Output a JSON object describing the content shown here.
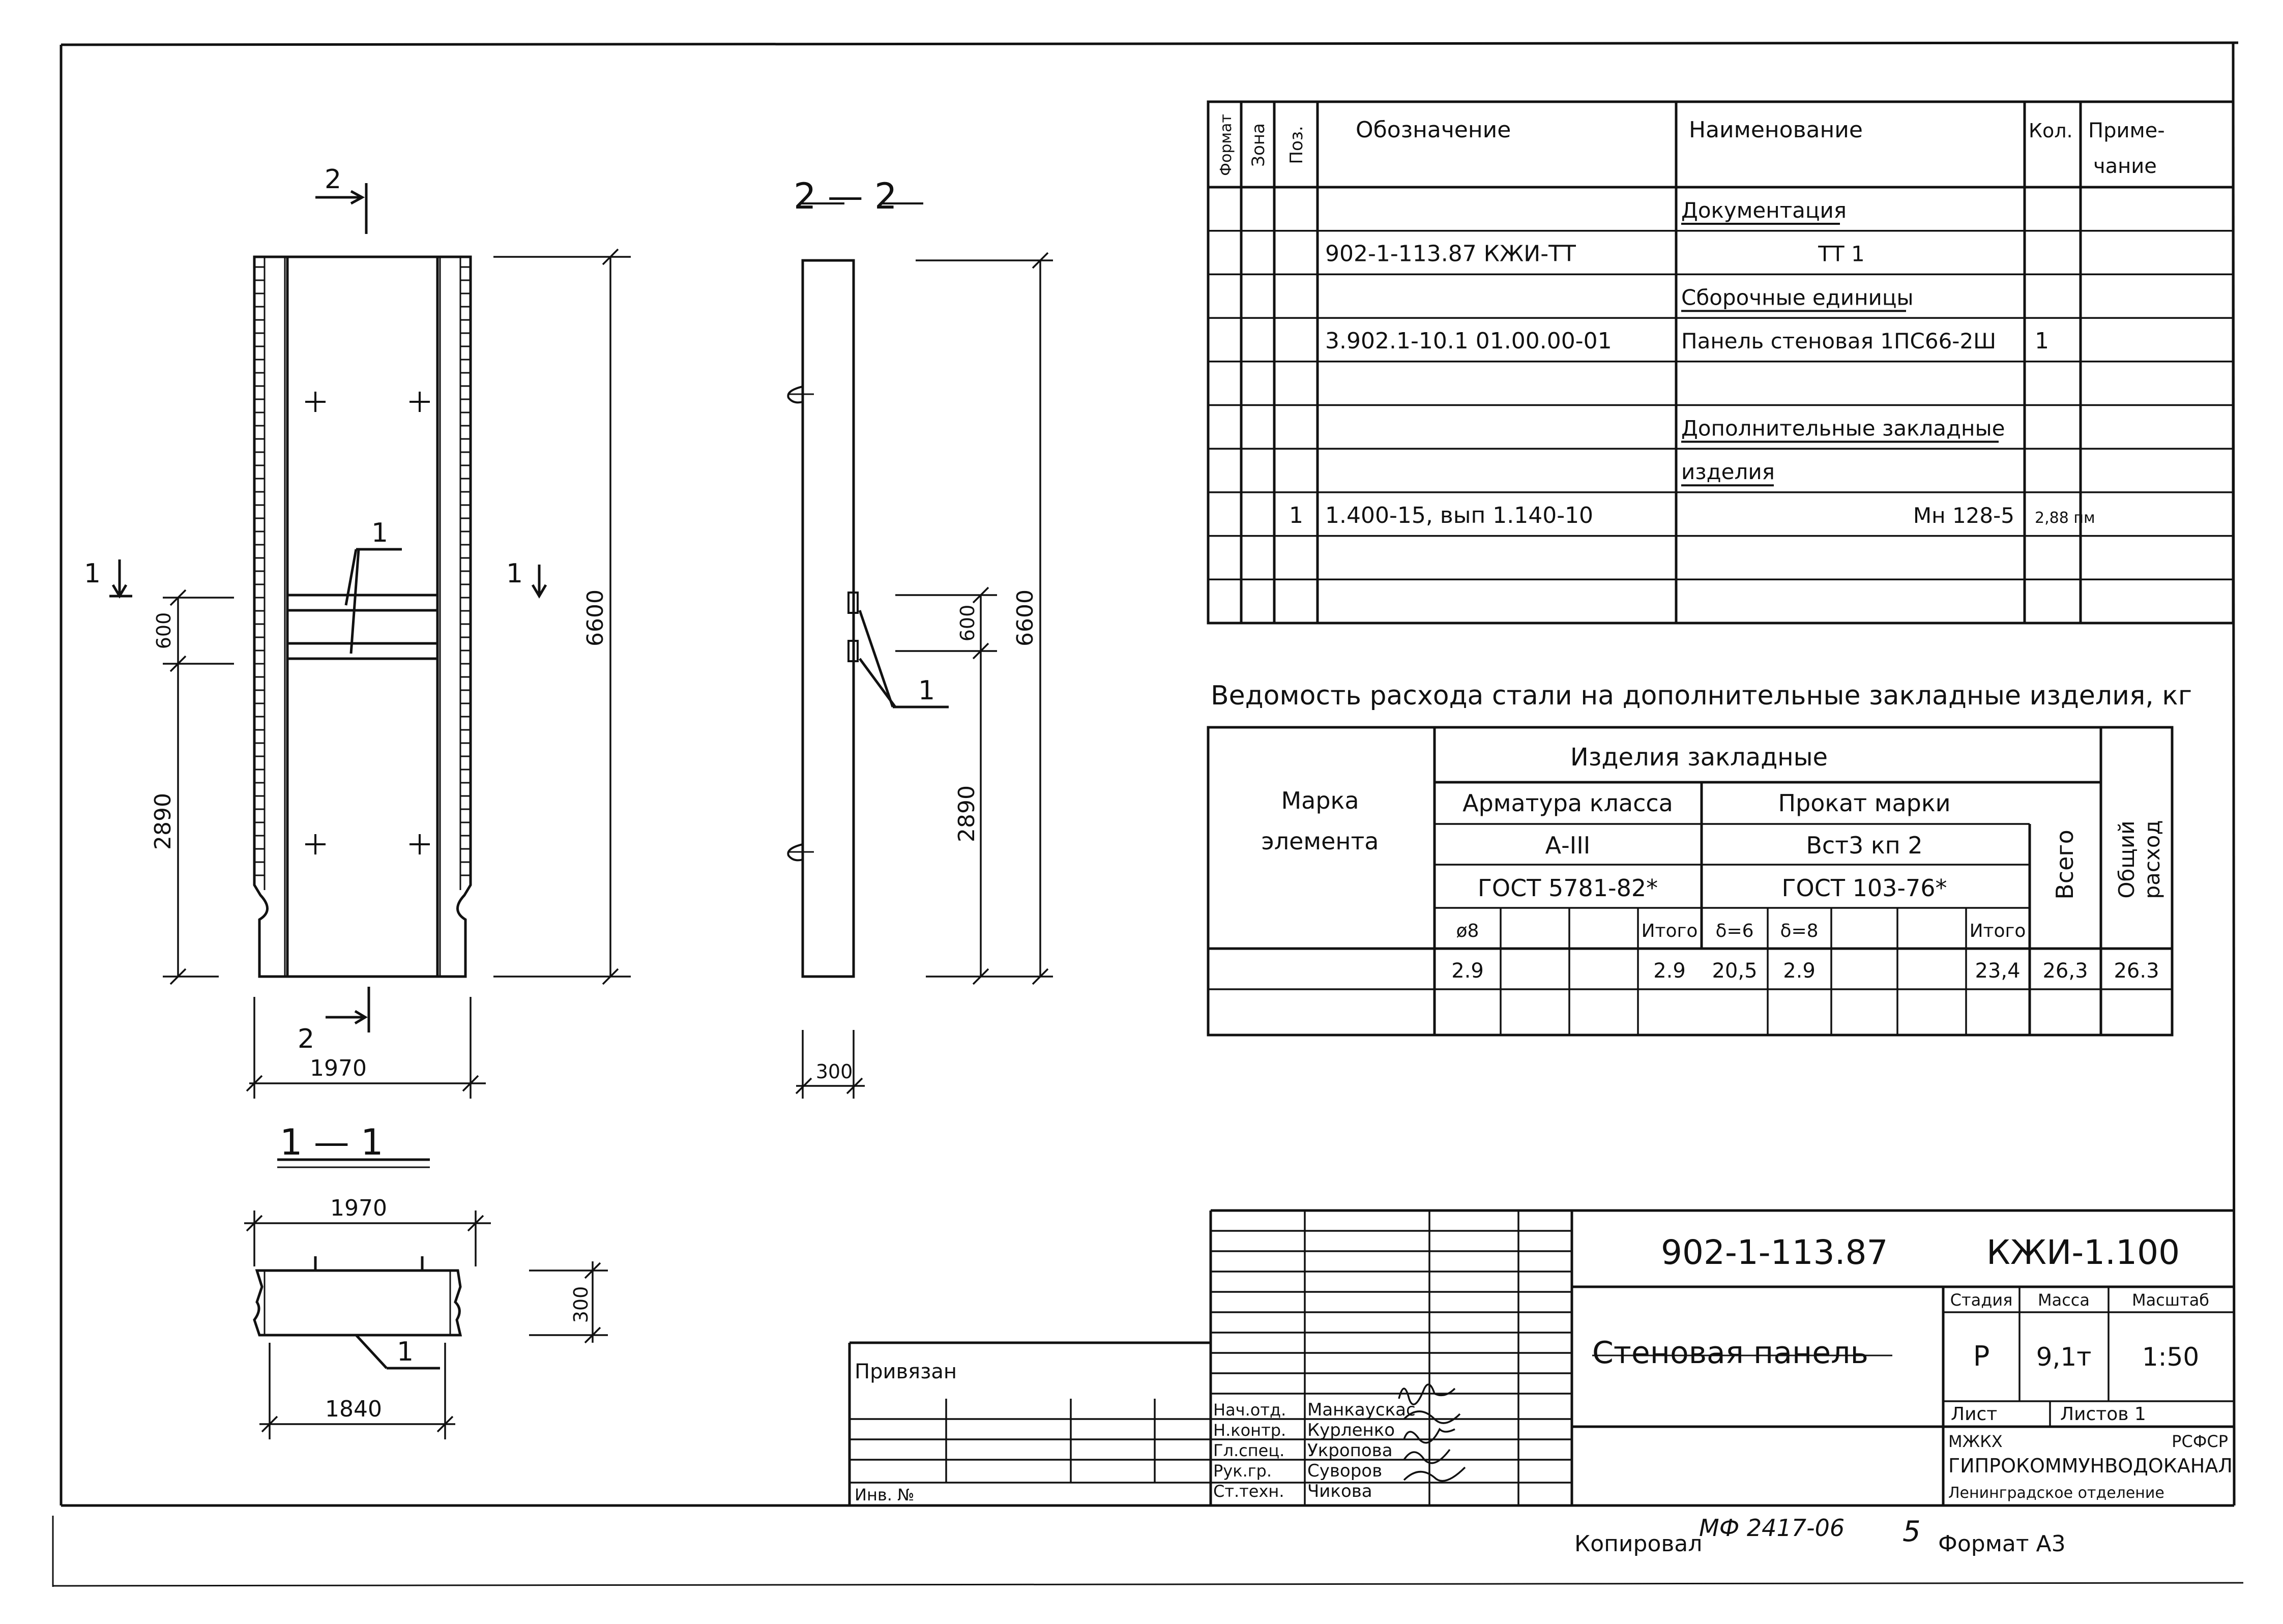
{
  "drawing": {
    "section_2_2": "2 — 2",
    "section_1_1": "1 — 1",
    "cut_mark_1": "1",
    "cut_mark_2": "2",
    "leader_1": "1",
    "dims": {
      "panel_width": "1970",
      "panel_height": "6600",
      "lower_span": "2890",
      "opening": "600",
      "thickness": "300",
      "section_width_top": "1970",
      "section_width_bottom": "1840",
      "section_thickness": "300"
    }
  },
  "spec_table": {
    "headers": {
      "format": "Формат",
      "zone": "Зона",
      "pos": "Поз.",
      "designation": "Обозначение",
      "name": "Наименование",
      "qty": "Кол.",
      "note_1": "Приме-",
      "note_2": "чание"
    },
    "rows": [
      {
        "pos": "",
        "designation": "",
        "name": "Документация",
        "qty": "",
        "note": ""
      },
      {
        "pos": "",
        "designation": "902-1-113.87      КЖИ-ТТ",
        "name": "ТТ 1",
        "qty": "",
        "note": ""
      },
      {
        "pos": "",
        "designation": "",
        "name": "Сборочные единицы",
        "qty": "",
        "note": ""
      },
      {
        "pos": "",
        "designation": "3.902.1-10.1  01.00.00-01",
        "name": "Панель стеновая 1ПС66-2Ш",
        "qty": "1",
        "note": ""
      },
      {
        "pos": "",
        "designation": "",
        "name": "",
        "qty": "",
        "note": ""
      },
      {
        "pos": "",
        "designation": "",
        "name": "Дополнительные закладные",
        "qty": "",
        "note": ""
      },
      {
        "pos": "",
        "designation": "",
        "name": "изделия",
        "qty": "",
        "note": ""
      },
      {
        "pos": "1",
        "designation": "1.400-15, вып 1.140-10",
        "name": "Мн 128-5",
        "qty": "2,88 пм",
        "note": ""
      },
      {
        "pos": "",
        "designation": "",
        "name": "",
        "qty": "",
        "note": ""
      },
      {
        "pos": "",
        "designation": "",
        "name": "",
        "qty": "",
        "note": ""
      }
    ]
  },
  "steel_table": {
    "title": "Ведомость расхода стали на дополнительные закладные изделия, кг",
    "mark_header_1": "Марка",
    "mark_header_2": "элемента",
    "group_header": "Изделия закладные",
    "rebar_header": "Арматура класса",
    "rebar_class": "А-III",
    "rebar_gost": "ГОСТ 5781-82*",
    "rolled_header": "Прокат марки",
    "rolled_grade": "Вст3 кп 2",
    "rolled_gost": "ГОСТ 103-76*",
    "total_header": "Всего",
    "overall_header_1": "Общий",
    "overall_header_2": "расход",
    "sub": [
      "ø8",
      "",
      "",
      "Итого",
      "δ=6",
      "δ=8",
      "",
      "",
      "Итого"
    ],
    "values": [
      "2.9",
      "",
      "",
      "2.9",
      "20,5",
      "2.9",
      "",
      "",
      "23,4",
      "26,3",
      "26.3"
    ]
  },
  "title_block": {
    "project_code": "902-1-113.87",
    "sheet_code": "КЖИ-1.100",
    "title": "Стеновая панель",
    "stage_label": "Стадия",
    "mass_label": "Масса",
    "scale_label": "Масштаб",
    "stage": "Р",
    "mass": "9,1т",
    "scale": "1:50",
    "sheet_label": "Лист",
    "sheets_label": "Листов  1",
    "org_1_left": "МЖКХ",
    "org_1_right": "РСФСР",
    "org_2": "ГИПРОКОММУНВОДОКАНАЛ",
    "org_3": "Ленинградское отделение",
    "signers": [
      {
        "role": "Нач.отд.",
        "name": "Манкаускас"
      },
      {
        "role": "Н.контр.",
        "name": "Курленко"
      },
      {
        "role": "Гл.спец.",
        "name": "Укропова"
      },
      {
        "role": "Рук.гр.",
        "name": "Суворов"
      },
      {
        "role": "Ст.техн.",
        "name": "Чикова"
      }
    ],
    "privyazan": "Привязан",
    "inv_no": "Инв. №"
  },
  "footer": {
    "copied": "Копировал",
    "copy_code": "МФ 2417-06",
    "page": "5",
    "format": "Формат   А3"
  }
}
